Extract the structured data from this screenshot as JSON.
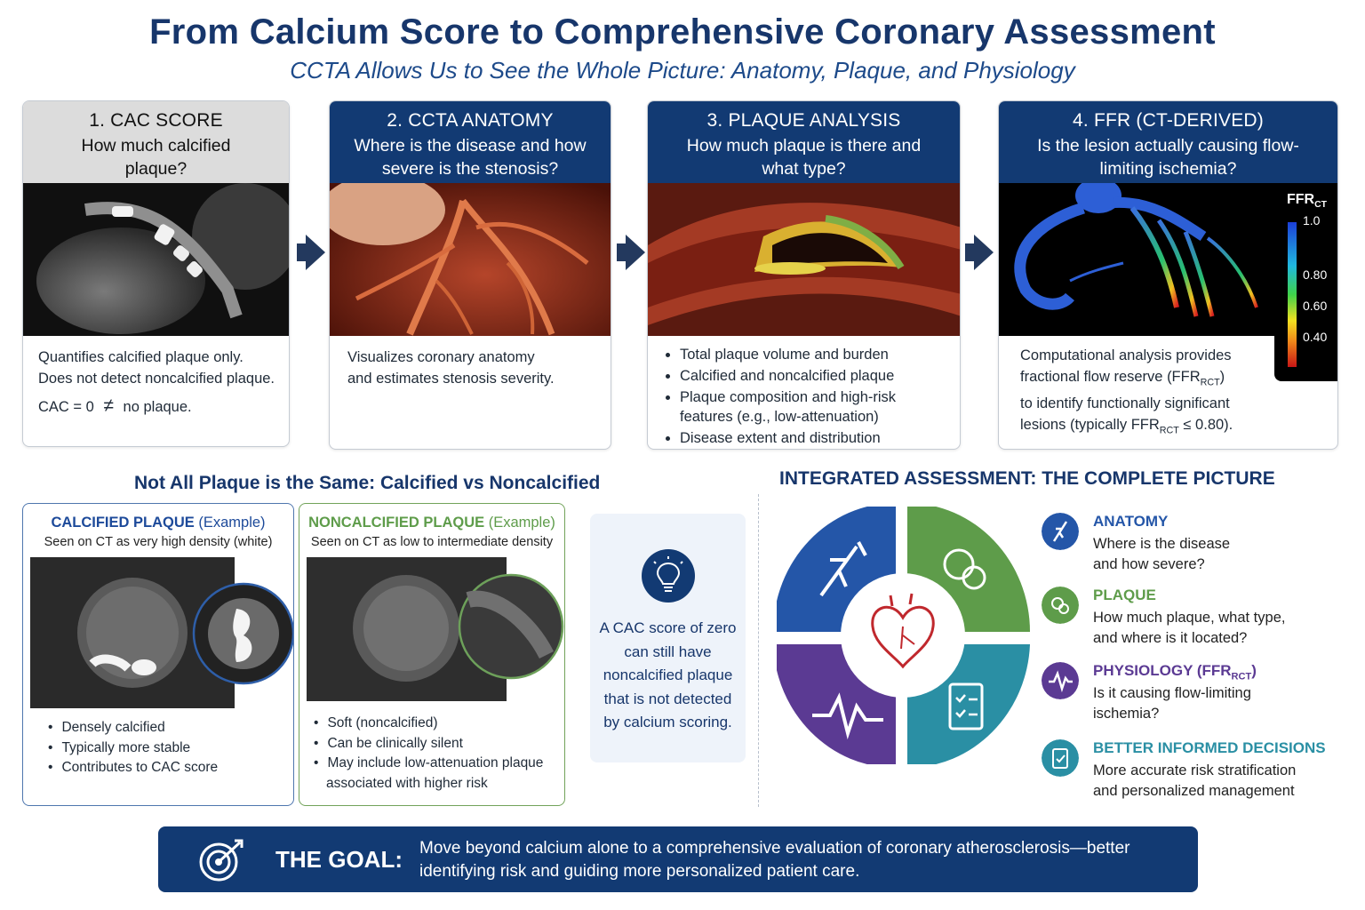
{
  "title": "From Calcium Score to Comprehensive Coronary Assessment",
  "subtitle": "CCTA Allows Us to See the Whole Picture: Anatomy, Plaque, and Physiology",
  "panels": [
    {
      "heading": "1. CAC SCORE",
      "question": "How much calcified plaque?",
      "line1": "Quantifies calcified plaque only.",
      "line2": "Does not detect noncalcified plaque.",
      "eq_left": "CAC = 0",
      "eq_symbol": "≠",
      "eq_right": "no plaque."
    },
    {
      "heading": "2. CCTA ANATOMY",
      "question": "Where is the disease and how severe is the stenosis?",
      "line1": "Visualizes coronary anatomy",
      "line2": "and estimates stenosis severity."
    },
    {
      "heading": "3. PLAQUE ANALYSIS",
      "question": "How much plaque is there and what type?",
      "bullets": [
        "Total plaque volume and burden",
        "Calcified and noncalcified plaque",
        "Plaque composition and high-risk features (e.g., low-attenuation)",
        "Disease extent and distribution"
      ]
    },
    {
      "heading": "4. FFR (CT-DERIVED)",
      "question": "Is the lesion actually causing flow-limiting ischemia?",
      "line1": "Computational analysis provides",
      "line2a": "fractional flow reserve (FFR",
      "line2sub": "RCT",
      "line2b": ")",
      "line3": "to identify functionally significant",
      "line4a": "lesions (typically FFR",
      "line4sub": "RCT",
      "line4b": " ≤ 0.80)."
    }
  ],
  "ffr_scale": {
    "label": "FFR",
    "label_sub": "CT",
    "ticks": [
      "1.0",
      "0.80",
      "0.60",
      "0.40"
    ]
  },
  "plaque_section": {
    "heading": "Not All Plaque is the Same: Calcified vs Noncalcified",
    "calcified": {
      "title_bold": "CALCIFIED PLAQUE",
      "title_rest": " (Example)",
      "subtitle": "Seen on CT as very high density (white)",
      "bullets": [
        "Densely calcified",
        "Typically more stable",
        "Contributes to CAC score"
      ]
    },
    "noncalcified": {
      "title_bold": "NONCALCIFIED PLAQUE",
      "title_rest": " (Example)",
      "subtitle": "Seen on CT as low to intermediate density",
      "bullets": [
        "Soft (noncalcified)",
        "Can be clinically silent",
        "May include low-attenuation plaque associated with higher risk"
      ]
    },
    "note": "A CAC score of zero can still have noncalcified plaque that is not detected by calcium scoring."
  },
  "integrated": {
    "heading": "INTEGRATED ASSESSMENT: THE COMPLETE PICTURE",
    "items": [
      {
        "title": "ANATOMY",
        "desc": "Where is the disease and how severe?",
        "color": "#2456a8"
      },
      {
        "title": "PLAQUE",
        "desc": "How much plaque, what type, and where is it located?",
        "color": "#5e9c4a"
      },
      {
        "title": "PHYSIOLOGY (FFR",
        "title_sub": "RCT",
        "title_end": ")",
        "desc": "Is it causing flow-limiting ischemia?",
        "color": "#5b3a93"
      },
      {
        "title": "BETTER INFORMED DECISIONS",
        "desc": "More accurate risk stratification and personalized management",
        "color": "#2a8fa4"
      }
    ]
  },
  "goal": {
    "label": "THE GOAL:",
    "text": "Move beyond calcium alone to a comprehensive evaluation of coronary atherosclerosis—better identifying risk and guiding more personalized patient care."
  },
  "colors": {
    "navy": "#123a73",
    "anatomy": "#2456a8",
    "plaque": "#5e9c4a",
    "physiology": "#5b3a93",
    "decisions": "#2a8fa4",
    "heart": "#c0282d"
  }
}
